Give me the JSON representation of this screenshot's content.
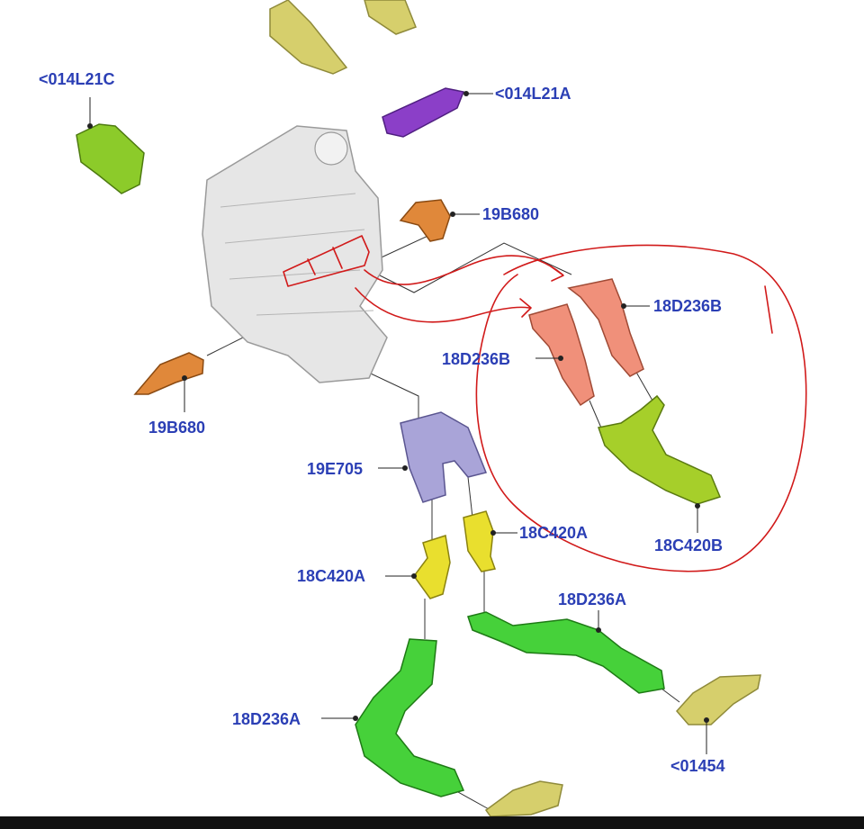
{
  "colors": {
    "label": "#2b3fb5",
    "leader": "#222222",
    "annotation": "#d11a1a",
    "housing": "#e6e6e6",
    "olive": "#d6cf6c",
    "lime_green": "#8ccb2a",
    "purple": "#8b3fc8",
    "orange": "#e0883a",
    "salmon": "#f0907a",
    "lavender": "#a9a4d8",
    "yellow": "#e9df2e",
    "green": "#46d13a"
  },
  "labels": {
    "l_014L21C": "<014L21C",
    "l_014L21A": "<014L21A",
    "l_19B680_top": "19B680",
    "l_18D236B_right": "18D236B",
    "l_18D236B_left": "18D236B",
    "l_19B680_left": "19B680",
    "l_19E705": "19E705",
    "l_18C420A_right": "18C420A",
    "l_18C420B": "18C420B",
    "l_18C420A_left": "18C420A",
    "l_18D236A_right": "18D236A",
    "l_18D236A_left": "18D236A",
    "l_01454": "<01454"
  }
}
